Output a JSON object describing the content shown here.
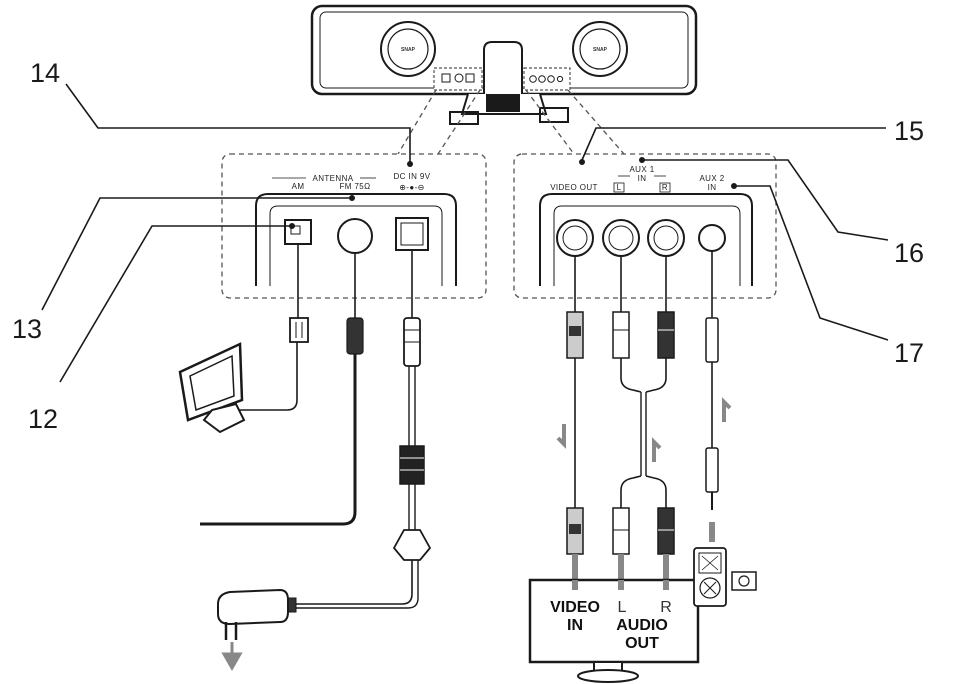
{
  "callouts": {
    "n12": "12",
    "n13": "13",
    "n14": "14",
    "n15": "15",
    "n16": "16",
    "n17": "17"
  },
  "unit": {
    "knob_left": "SNAP",
    "knob_right": "SNAP"
  },
  "left_panel": {
    "antenna": "ANTENNA",
    "am": "AM",
    "fm": "FM 75Ω",
    "dcin": "DC IN 9V",
    "polarity": "⊕-●-⊖"
  },
  "right_panel": {
    "video_out": "VIDEO OUT",
    "aux1": "AUX 1",
    "aux1_in": "IN",
    "aux1_l": "L",
    "aux1_r": "R",
    "aux2": "AUX 2",
    "aux2_in": "IN"
  },
  "tv": {
    "video": "VIDEO",
    "video_in": "IN",
    "l": "L",
    "r": "R",
    "audio": "AUDIO",
    "audio_out": "OUT"
  },
  "colors": {
    "line": "#1a1a1a",
    "panel_fill": "#ffffff",
    "plug_dark": "#333333",
    "plug_light": "#dddddd",
    "dashed": "#555555"
  }
}
